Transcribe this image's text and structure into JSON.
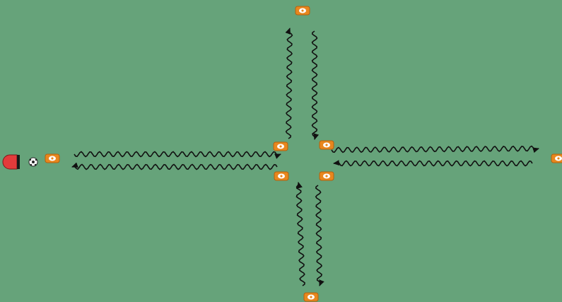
{
  "colors": {
    "field": "#66a37a",
    "cone_fill": "#e8871e",
    "cone_stroke": "#b5600c",
    "cone_center": "#ffffff",
    "arrow": "#111111",
    "player": "#e23b3b",
    "ball_light": "#ffffff",
    "ball_dark": "#222222"
  },
  "drill": {
    "cone_count": 8,
    "arrow_count": 8,
    "players": [
      {
        "role": "player",
        "icon": "player-icon",
        "has_ball": true
      }
    ],
    "cone_icon": "cone-icon",
    "arrow_style": "wavy-dribble"
  }
}
